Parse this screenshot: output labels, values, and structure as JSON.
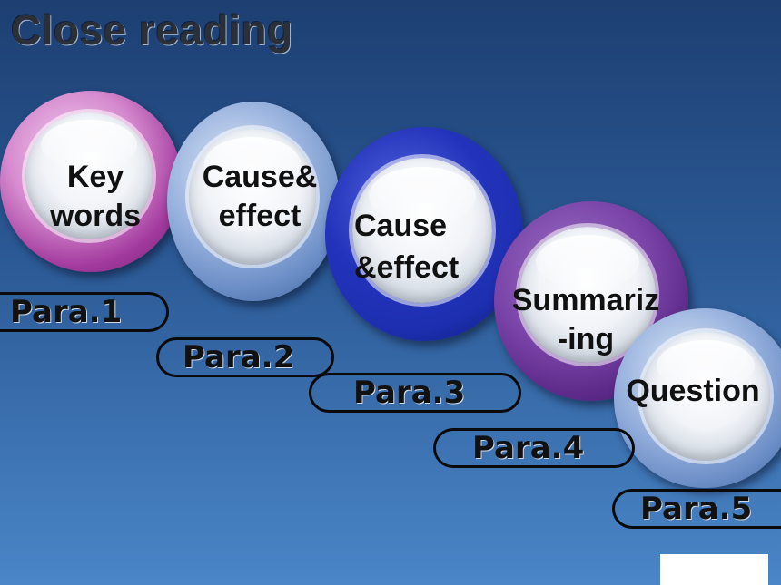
{
  "title": "Close reading",
  "steps": [
    {
      "label_line1": "Key",
      "label_line2": "words",
      "para": "Para.1"
    },
    {
      "label_line1": "Cause&",
      "label_line2": "effect",
      "para": "Para.2"
    },
    {
      "label_line1": "Cause",
      "label_line2": "&effect",
      "para": "Para.3"
    },
    {
      "label_line1": "Summariz",
      "label_line2": "-ing",
      "para": "Para.4"
    },
    {
      "label_line1": "Question",
      "label_line2": "",
      "para": "Para.5"
    }
  ],
  "colors": {
    "ring1": "#a23a9e",
    "ring2": "#6d8fc7",
    "ring3": "#1d2fb0",
    "ring4": "#5e2b8a",
    "ring5": "#6d8fc7"
  }
}
